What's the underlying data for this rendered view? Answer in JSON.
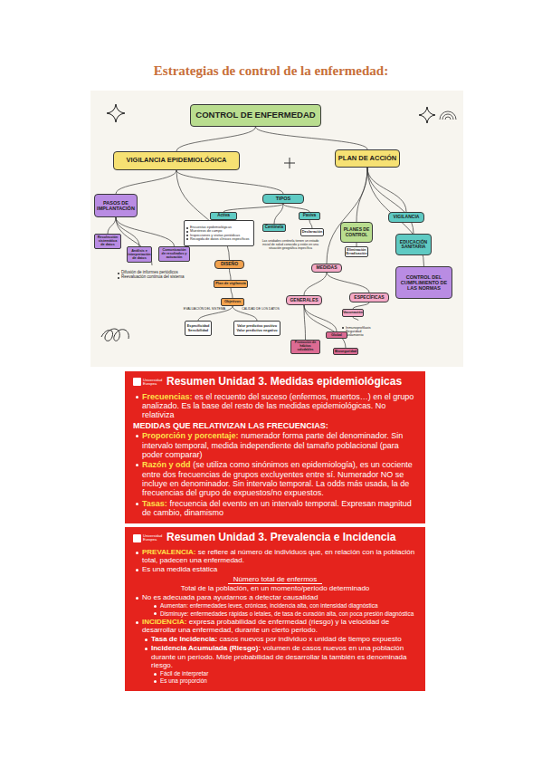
{
  "diagram": {
    "title": "Estrategias de control de la enfermedad:",
    "nodes": [
      {
        "text": [
          "CONTROL DE ENFERMEDAD"
        ]
      },
      {
        "text": [
          "VIGILANCIA EPIDEMIOLÓGICA"
        ]
      },
      {
        "text": [
          "PLAN DE ACCIÓN"
        ]
      },
      {
        "text": [
          "PASOS DE IMPLANTACIÓN"
        ]
      },
      {
        "text": [
          "TIPOS"
        ]
      },
      {
        "text": [
          "Activa"
        ]
      },
      {
        "text": [
          "Pasiva"
        ]
      },
      {
        "text": [
          "Centinela"
        ]
      },
      {
        "text": [
          "VIGILANCIA"
        ]
      },
      {
        "text": [
          "PLANES DE CONTROL"
        ]
      },
      {
        "text": [
          "EDUCACIÓN SANITARIA"
        ]
      },
      {
        "text": [
          "Encuestas epidemiológicas",
          "Muestreos de campo",
          "Inspecciones y visitas periódicas",
          "Recogida de datos clínicos específicos"
        ]
      },
      {
        "text": [
          "Declaración"
        ]
      },
      {
        "text": [
          "Recolección sistemática de datos"
        ]
      },
      {
        "text": [
          "Análisis e interpretación de datos"
        ]
      },
      {
        "text": [
          "Comunicación de resultados y actuación"
        ]
      },
      {
        "text": [
          "Eliminación",
          "Erradicación"
        ]
      },
      {
        "text": [
          "DISEÑO"
        ]
      },
      {
        "text": [
          "MEDIDAS"
        ]
      },
      {
        "text": [
          "CONTROL DEL CUMPLIMIENTO DE LAS NORMAS"
        ]
      },
      {
        "text": [
          "Difusión de informes periódicos",
          "Reevaluación continua del sistema"
        ]
      },
      {
        "text": [
          "Plan de vigilancia"
        ]
      },
      {
        "text": [
          "ESPECÍFICAS"
        ]
      },
      {
        "text": [
          "GENERALES"
        ]
      },
      {
        "text": [
          "Objetivos"
        ]
      },
      {
        "text": [
          "Vacunación"
        ]
      },
      {
        "text": [
          "Especificidad",
          "Sensibilidad"
        ]
      },
      {
        "text": [
          "Valor predictivo positivo",
          "Valor predictivo negativo"
        ]
      },
      {
        "text": [
          "Inmunoprofilaxis",
          "Seguridad",
          "Aislamiento"
        ]
      },
      {
        "text": [
          "Global"
        ]
      },
      {
        "text": [
          "Promoción de hábitos saludables"
        ]
      },
      {
        "text": [
          "Bioseguridad"
        ]
      },
      {
        "text": [
          "Universidad Europea",
          "Resumen Unidad 3. Medidas epidemiológicas",
          "Frecuencias:",
          "es el recuento del suceso (enfermos, muertos…) en el grupo analizado. Es la base del resto de las medidas epidemiológicas. No relativiza",
          "MEDIDAS QUE RELATIVIZAN LAS FRECUENCIAS:",
          "Proporción y porcentaje:",
          "numerador forma parte del denominador. Sin intervalo temporal, medida independiente del tamaño poblacional (para poder comparar)",
          "Razón y odd",
          "(se utiliza como sinónimos en epidemiología), es un cociente entre dos frecuencias de grupos excluyentes entre sí. Numerador NO se incluye en denominador. Sin intervalo temporal. La odds más usada, la de frecuencias del grupo de expuestos/no expuestos.",
          "Tasas:",
          "frecuencia del evento en un intervalo temporal. Expresan magnitud de cambio, dinamismo"
        ]
      },
      {
        "text": [
          "Universidad Europea",
          "Resumen Unidad 3. Prevalencia e Incidencia",
          "PREVALENCIA:",
          "se refiere al número de individuos que, en relación con la población total, padecen una enfermedad.",
          "Es una medida estática",
          "Número total de enfermos",
          "Total de la población, en un momento/periodo determinado",
          "No es adecuada para ayudarnos a detectar causalidad",
          "Aumentan: enfermedades leves, crónicas, incidencia alta, con intensidad diagnóstica",
          "Disminuye: enfermedades rápidas o letales, de tasa de curación alta, con poca presión diagnóstica",
          "INCIDENCIA:",
          "expresa probabilidad de enfermedad (riesgo) y la velocidad de desarrollar una enfermedad, durante un cierto periodo.",
          "Tasa de Incidencia:",
          "casos nuevos por individuo x unidad de tiempo expuesto",
          "Incidencia Acumulada (Riesgo):",
          "volumen de casos nuevos en una población durante un período. Mide probabilidad de desarrollar la también es denominada riesgo.",
          "Fácil de interpretar",
          "Es una proporción"
        ]
      }
    ],
    "edges": [
      {
        "from": 0,
        "to": 1,
        "arrow": "none"
      },
      {
        "from": 0,
        "to": 2,
        "arrow": "none"
      },
      {
        "from": 1,
        "to": 3,
        "arrow": "none"
      },
      {
        "from": 1,
        "to": 4,
        "arrow": "none"
      },
      {
        "from": 1,
        "to": 17,
        "arrow": "none"
      },
      {
        "from": 2,
        "to": 8,
        "arrow": "none"
      },
      {
        "from": 2,
        "to": 9,
        "arrow": "none"
      },
      {
        "from": 2,
        "to": 10,
        "arrow": "none"
      },
      {
        "from": 2,
        "to": 18,
        "arrow": "none"
      },
      {
        "from": 2,
        "to": 19,
        "arrow": "none"
      },
      {
        "from": 3,
        "to": 13,
        "arrow": "none"
      },
      {
        "from": 3,
        "to": 14,
        "arrow": "none"
      },
      {
        "from": 3,
        "to": 15,
        "arrow": "none"
      },
      {
        "from": 3,
        "to": 20,
        "arrow": "none"
      },
      {
        "from": 4,
        "to": 5,
        "arrow": "none"
      },
      {
        "from": 4,
        "to": 6,
        "arrow": "none"
      },
      {
        "from": 4,
        "to": 7,
        "arrow": "none"
      },
      {
        "from": 5,
        "to": 11,
        "arrow": "none"
      },
      {
        "from": 6,
        "to": 12,
        "arrow": "none"
      },
      {
        "from": 9,
        "to": 16,
        "arrow": "none"
      },
      {
        "from": 17,
        "to": 21,
        "arrow": "none"
      },
      {
        "from": 21,
        "to": 24,
        "arrow": "none"
      },
      {
        "from": 24,
        "to": 26,
        "arrow": "none"
      },
      {
        "from": 24,
        "to": 27,
        "arrow": "none"
      },
      {
        "from": 18,
        "to": 23,
        "arrow": "none"
      },
      {
        "from": 18,
        "to": 22,
        "arrow": "none"
      },
      {
        "from": 22,
        "to": 25,
        "arrow": "none"
      },
      {
        "from": 25,
        "to": 28,
        "arrow": "none"
      },
      {
        "from": 23,
        "to": 29,
        "arrow": "none"
      },
      {
        "from": 23,
        "to": 30,
        "arrow": "none"
      },
      {
        "from": 23,
        "to": 31,
        "arrow": "none"
      }
    ],
    "labels": [
      "Las unidades centinela tienen un estado inicial de salud conocido y están en una situación geográfica específica",
      "EVALUACIÓN DEL SISTEMA",
      "CALIDAD DE LOS DATOS"
    ]
  }
}
